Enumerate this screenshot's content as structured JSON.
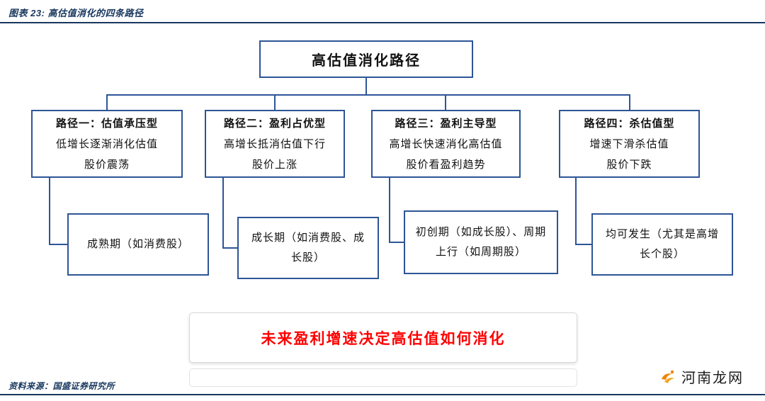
{
  "header": {
    "title": "图表 23:  高估值消化的四条路径"
  },
  "root": {
    "label": "高估值消化路径"
  },
  "branches": [
    {
      "title": "路径一：估值承压型",
      "desc1": "低增长逐渐消化估值",
      "desc2": "股价震荡",
      "stage": "成熟期（如消费股）"
    },
    {
      "title": "路径二：盈利占优型",
      "desc1": "高增长抵消估值下行",
      "desc2": "股价上涨",
      "stage": "成长期（如消费股、成长股）"
    },
    {
      "title": "路径三：盈利主导型",
      "desc1": "高增长快速消化高估值",
      "desc2": "股价看盈利趋势",
      "stage": "初创期（如成长股）、周期上行（如周期股）"
    },
    {
      "title": "路径四：杀估值型",
      "desc1": "增速下滑杀估值",
      "desc2": "股价下跌",
      "stage": "均可发生（尤其是高增长个股）"
    }
  ],
  "conclusion": {
    "text": "未来盈利增速决定高估值如何消化"
  },
  "footer": {
    "source": "资料来源：国盛证券研究所"
  },
  "watermark": {
    "text": "河南龙网"
  },
  "colors": {
    "line_blue": "#2E5596",
    "navy_text": "#17375E",
    "conclusion_red": "#FF0000"
  }
}
